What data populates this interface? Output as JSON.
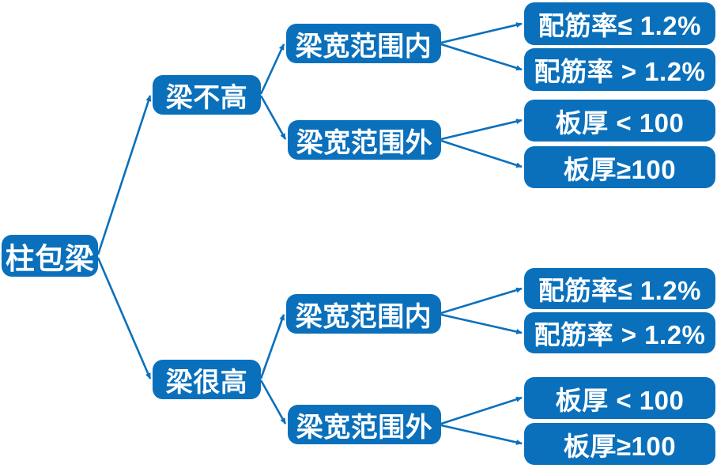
{
  "colors": {
    "node_fill": "#0a70bc",
    "node_text": "#ffffff",
    "connector": "#0a70bc",
    "background": "#ffffff"
  },
  "diagram_type": "decision-tree",
  "tree": {
    "label": "柱包梁",
    "children": [
      {
        "label": "梁不高",
        "children": [
          {
            "label": "梁宽范围内",
            "children": [
              {
                "label": "配筋率≤ 1.2%"
              },
              {
                "label": "配筋率 > 1.2%"
              }
            ]
          },
          {
            "label": "梁宽范围外",
            "children": [
              {
                "label": "板厚 < 100"
              },
              {
                "label": "板厚≥100"
              }
            ]
          }
        ]
      },
      {
        "label": "梁很高",
        "children": [
          {
            "label": "梁宽范围内",
            "children": [
              {
                "label": "配筋率≤ 1.2%"
              },
              {
                "label": "配筋率 > 1.2%"
              }
            ]
          },
          {
            "label": "梁宽范围外",
            "children": [
              {
                "label": "板厚 < 100"
              },
              {
                "label": "板厚≥100"
              }
            ]
          }
        ]
      }
    ]
  }
}
